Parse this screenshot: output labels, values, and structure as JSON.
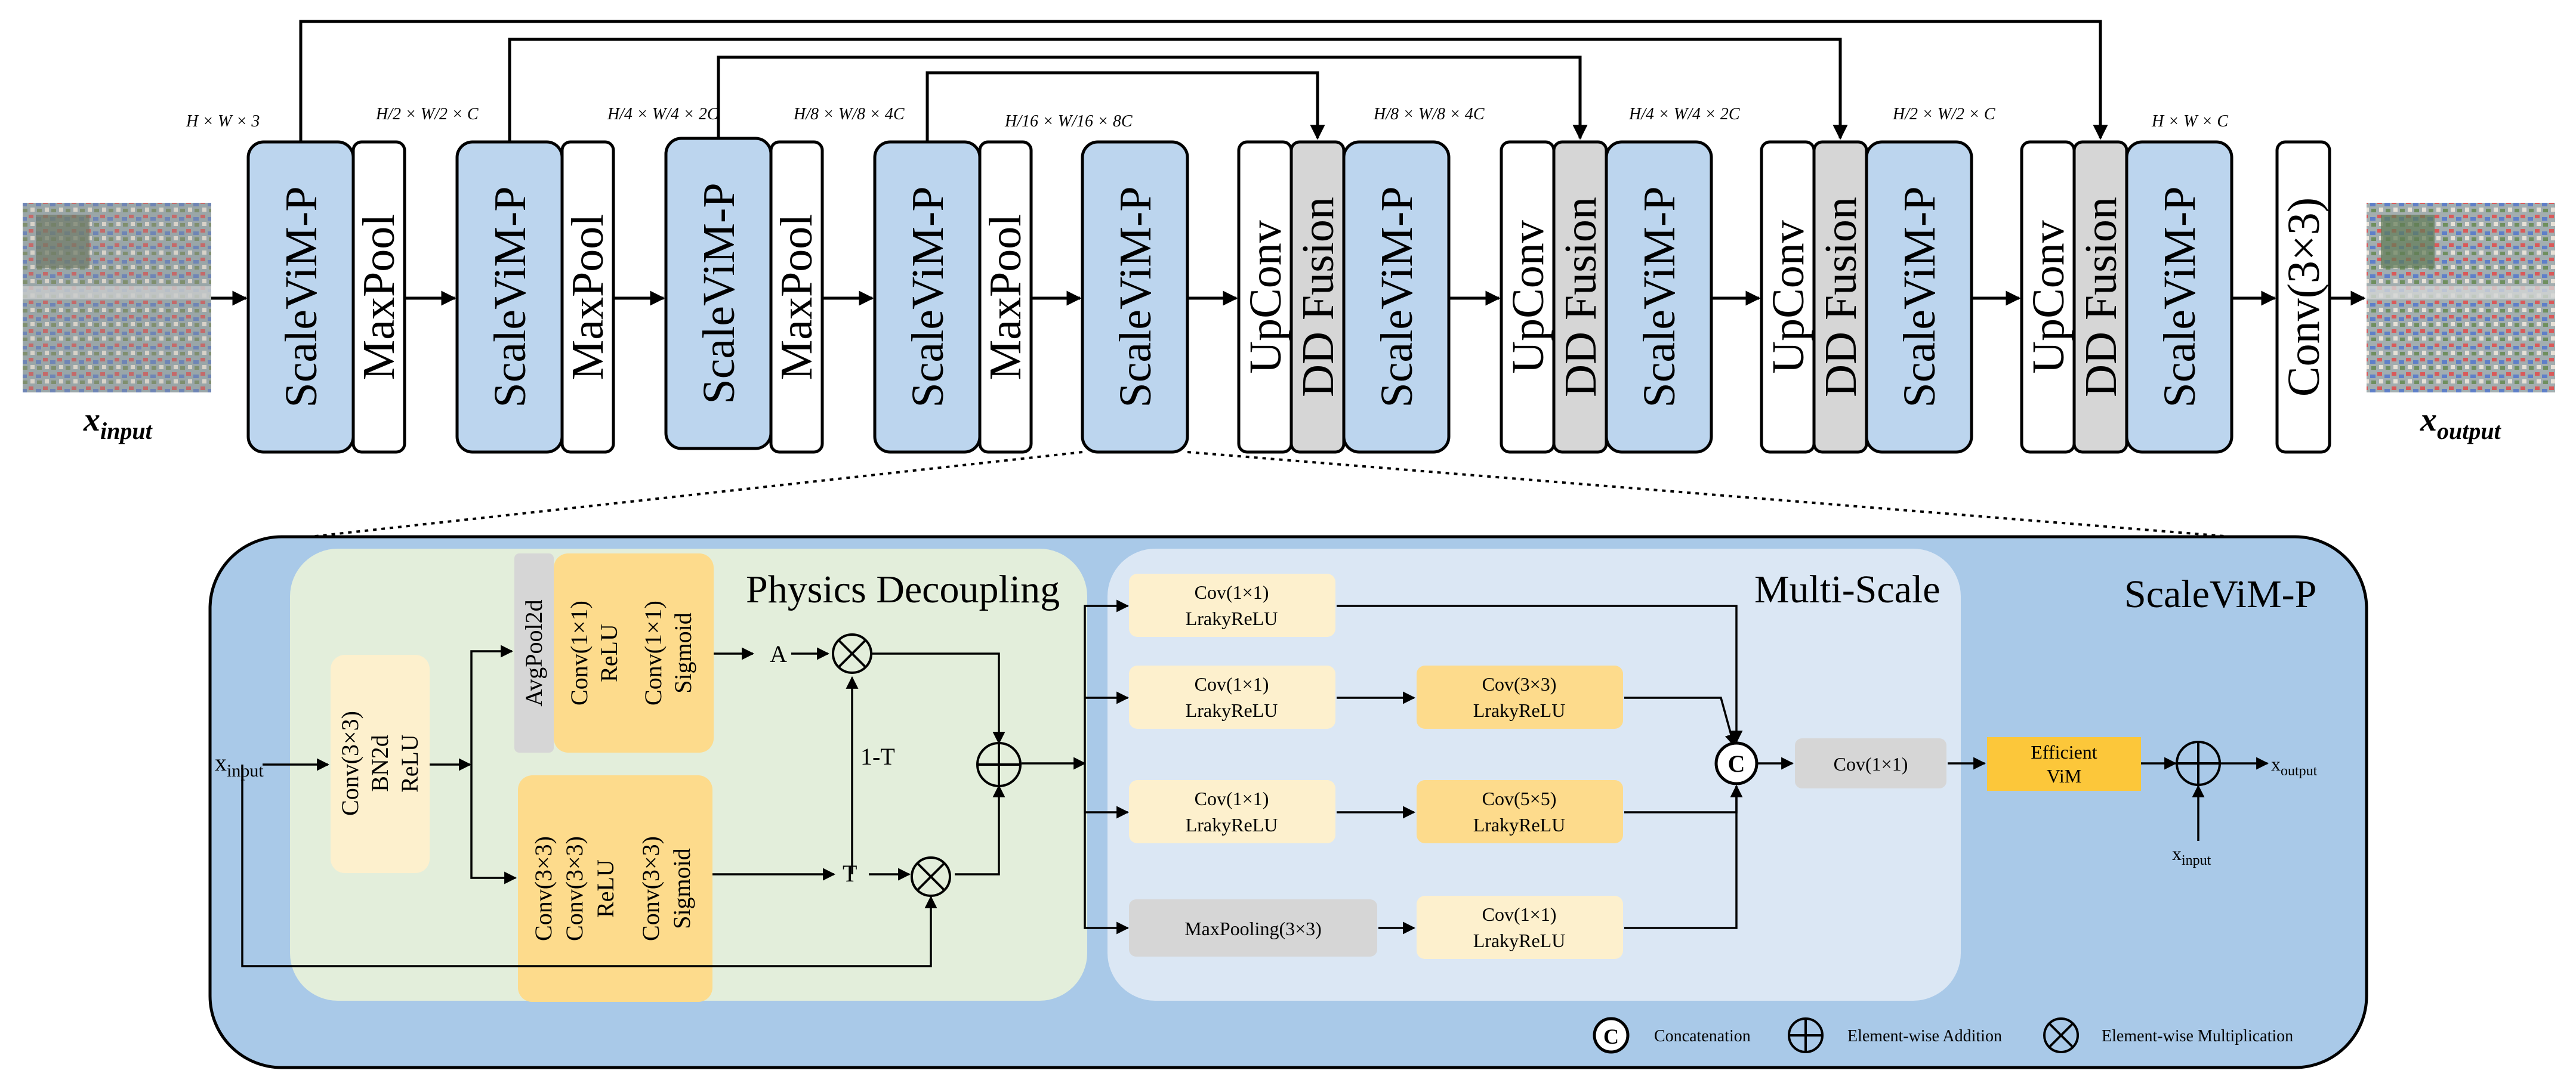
{
  "encoder": {
    "blocks": [
      {
        "scale": "ScaleViM-P",
        "pool": "MaxPool",
        "dim": "H × W × 3"
      },
      {
        "scale": "ScaleViM-P",
        "pool": "MaxPool",
        "dim": "H/2 × W/2 × C"
      },
      {
        "scale": "ScaleViM-P",
        "pool": "MaxPool",
        "dim": "H/4 × W/4 × 2C"
      },
      {
        "scale": "ScaleViM-P",
        "pool": "MaxPool",
        "dim": "H/8 × W/8 × 4C"
      }
    ],
    "bottleneck": {
      "scale": "ScaleViM-P",
      "dim": "H/16 × W/16 × 8C"
    }
  },
  "decoder": {
    "blocks": [
      {
        "up": "UpConv",
        "fusion": "DD Fusion",
        "scale": "ScaleViM-P",
        "dim": "H/8 × W/8 × 4C"
      },
      {
        "up": "UpConv",
        "fusion": "DD Fusion",
        "scale": "ScaleViM-P",
        "dim": "H/4 × W/4 × 2C"
      },
      {
        "up": "UpConv",
        "fusion": "DD Fusion",
        "scale": "ScaleViM-P",
        "dim": "H/2 × W/2 × C"
      },
      {
        "up": "UpConv",
        "fusion": "DD Fusion",
        "scale": "ScaleViM-P",
        "dim": "H × W × C"
      }
    ],
    "final_conv": "Conv(3×3)"
  },
  "io": {
    "input": "x",
    "input_sub": "input",
    "output": "x",
    "output_sub": "output"
  },
  "detail": {
    "title": "ScaleViM-P",
    "physics": {
      "title": "Physics Decoupling",
      "conv_bn": [
        "Conv(3×3)",
        "BN2d",
        "ReLU"
      ],
      "avgpool": "AvgPool2d",
      "a_branch": [
        "Conv(1×1)",
        "ReLU",
        "Conv(1×1)",
        "Sigmoid"
      ],
      "t_branch": [
        "Conv(3×3)",
        "Conv(3×3)",
        "ReLU",
        "Conv(3×3)",
        "Sigmoid"
      ],
      "a_label": "A",
      "t_label": "T",
      "one_minus_t": "1-T",
      "x_in": "x",
      "x_in_sub": "input"
    },
    "multiscale": {
      "title": "Multi-Scale",
      "row1": [
        "Cov(1×1)",
        "LrakyReLU"
      ],
      "row2a": [
        "Cov(1×1)",
        "LrakyReLU"
      ],
      "row2b": [
        "Cov(3×3)",
        "LrakyReLU"
      ],
      "row3a": [
        "Cov(1×1)",
        "LrakyReLU"
      ],
      "row3b": [
        "Cov(5×5)",
        "LrakyReLU"
      ],
      "row4a": "MaxPooling(3×3)",
      "row4b": [
        "Cov(1×1)",
        "LrakyReLU"
      ]
    },
    "concat_symbol": "C",
    "cov_out": "Cov(1×1)",
    "efficient": [
      "Efficient",
      "ViM"
    ],
    "x_out": "x",
    "x_out_sub": "output",
    "x_in2": "x",
    "x_in2_sub": "input"
  },
  "legend": {
    "concat": "Concatenation",
    "add": "Element-wise Addition",
    "mul": "Element-wise Multiplication"
  },
  "colors": {
    "block_blue": "#bcd5ee",
    "fusion_gray": "#d6d6d6",
    "panel_blue": "#a9c9e8",
    "physics_green": "#e3eedb",
    "multiscale_light": "#dbe7f4",
    "yellow_light": "#fdf0cd",
    "yellow": "#fddb8c",
    "efficient_orange": "#fcc73a"
  }
}
